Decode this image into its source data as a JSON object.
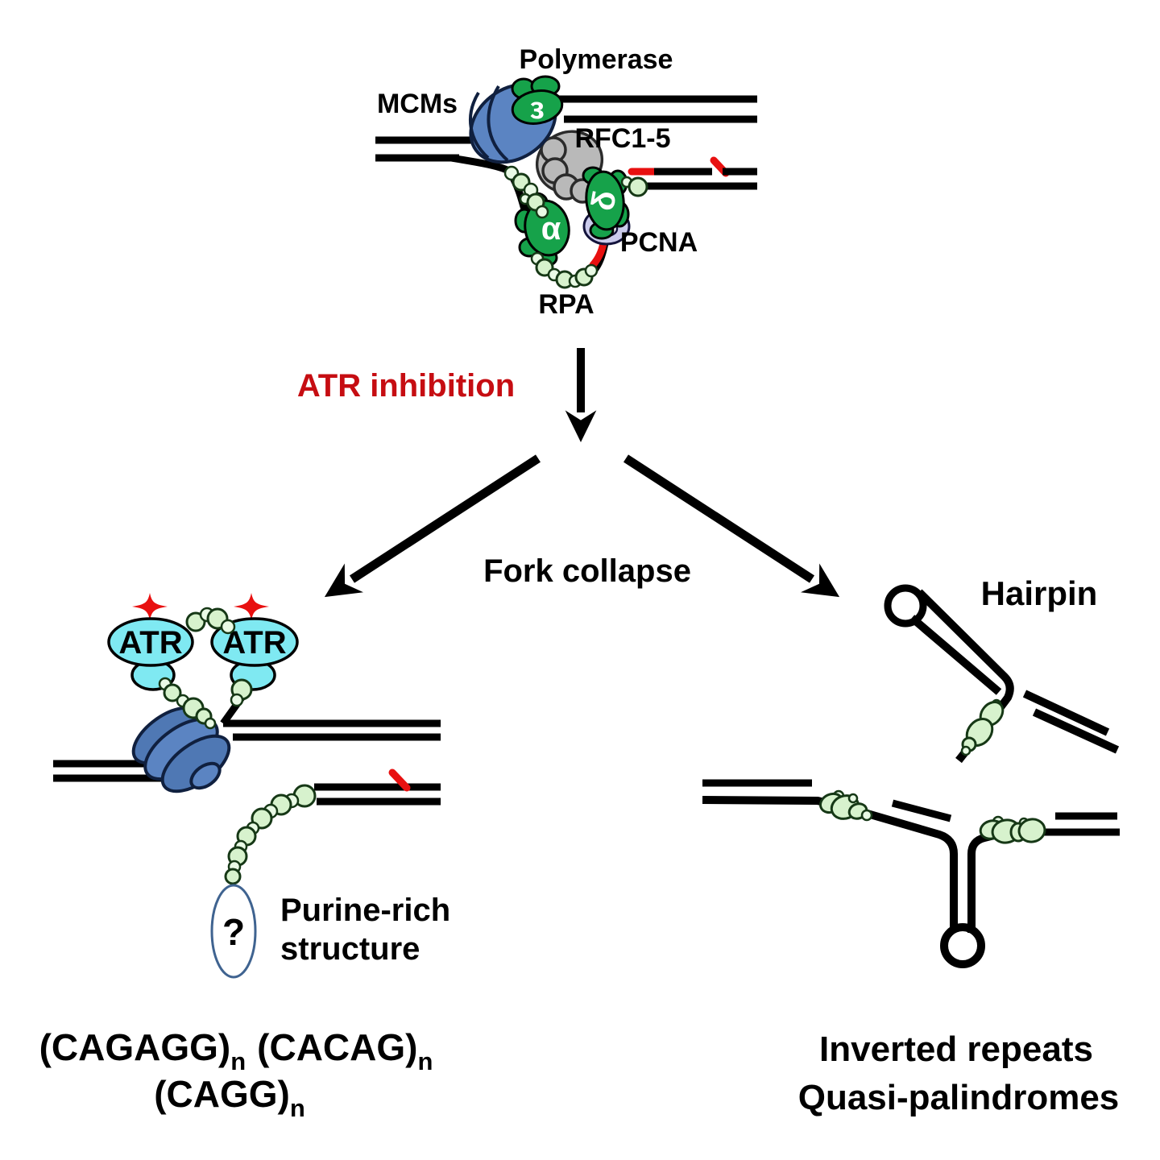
{
  "figure": {
    "top_fork": {
      "polymerase_label": "Polymerase",
      "mcms_label": "MCMs",
      "rfc_label": "RFC1-5",
      "pcna_label": "PCNA",
      "rpa_label": "RPA",
      "pol_epsilon": "ε",
      "pol_alpha": "α",
      "pol_delta": "δ"
    },
    "middle": {
      "atr_inhibition_label": "ATR inhibition",
      "fork_collapse_label": "Fork collapse"
    },
    "left_branch": {
      "atr_label_left": "ATR",
      "atr_label_right": "ATR",
      "question_mark": "?",
      "purine_label_line1": "Purine-rich",
      "purine_label_line2": "structure",
      "repeat_sequences": {
        "seq1": "(CAGAGG)",
        "seq1_sub": "n",
        "seq2": "(CACAG)",
        "seq2_sub": "n",
        "seq3": "(CAGG)",
        "seq3_sub": "n"
      }
    },
    "right_branch": {
      "hairpin_label": "Hairpin",
      "caption_line1": "Inverted repeats",
      "caption_line2": "Quasi-palindromes"
    }
  },
  "colors": {
    "dna_black": "#000000",
    "protein_green": "#16a24a",
    "rpa_light_green": "#d7f2cd",
    "mcm_blue": "#5b84c2",
    "rfc_gray": "#b9b9b9",
    "pcna_lavender": "#cbcbec",
    "atr_cyan": "#7fe9f2",
    "alert_red": "#e81010",
    "label_red": "#c60d12"
  }
}
